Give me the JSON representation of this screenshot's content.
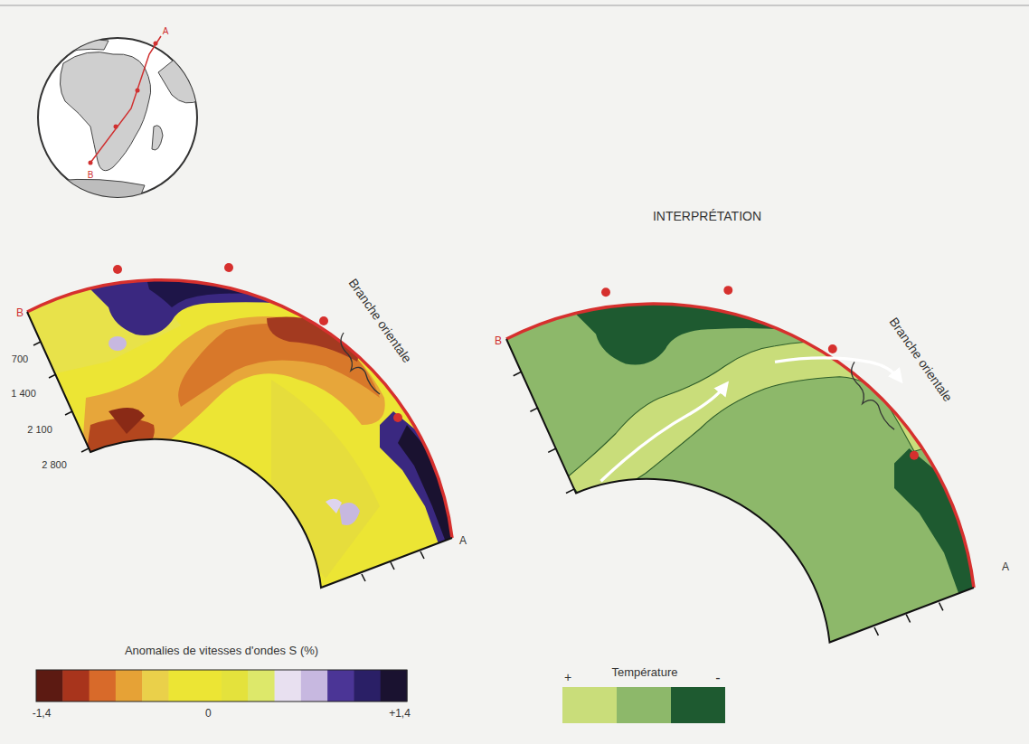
{
  "diagram": {
    "labels": [
      "B",
      "A",
      "B",
      "700",
      "1 400",
      "2 100",
      "2 800",
      "Branche orientale",
      "A",
      "INTERPRÉTATION",
      "B",
      "Branche orientale",
      "A",
      "Anomalies de vitesses d'ondes S (%)",
      "Température"
    ],
    "legend": [
      {
        "text": "-1,4",
        "color": "#5c1a12"
      },
      {
        "text": "0",
        "color": "#ece534"
      },
      {
        "text": "+1,4",
        "color": "#1a1230"
      },
      {
        "text": "+",
        "color": "#c9dd7a"
      },
      {
        "text": "-",
        "color": "#1e5a30"
      }
    ]
  }
}
